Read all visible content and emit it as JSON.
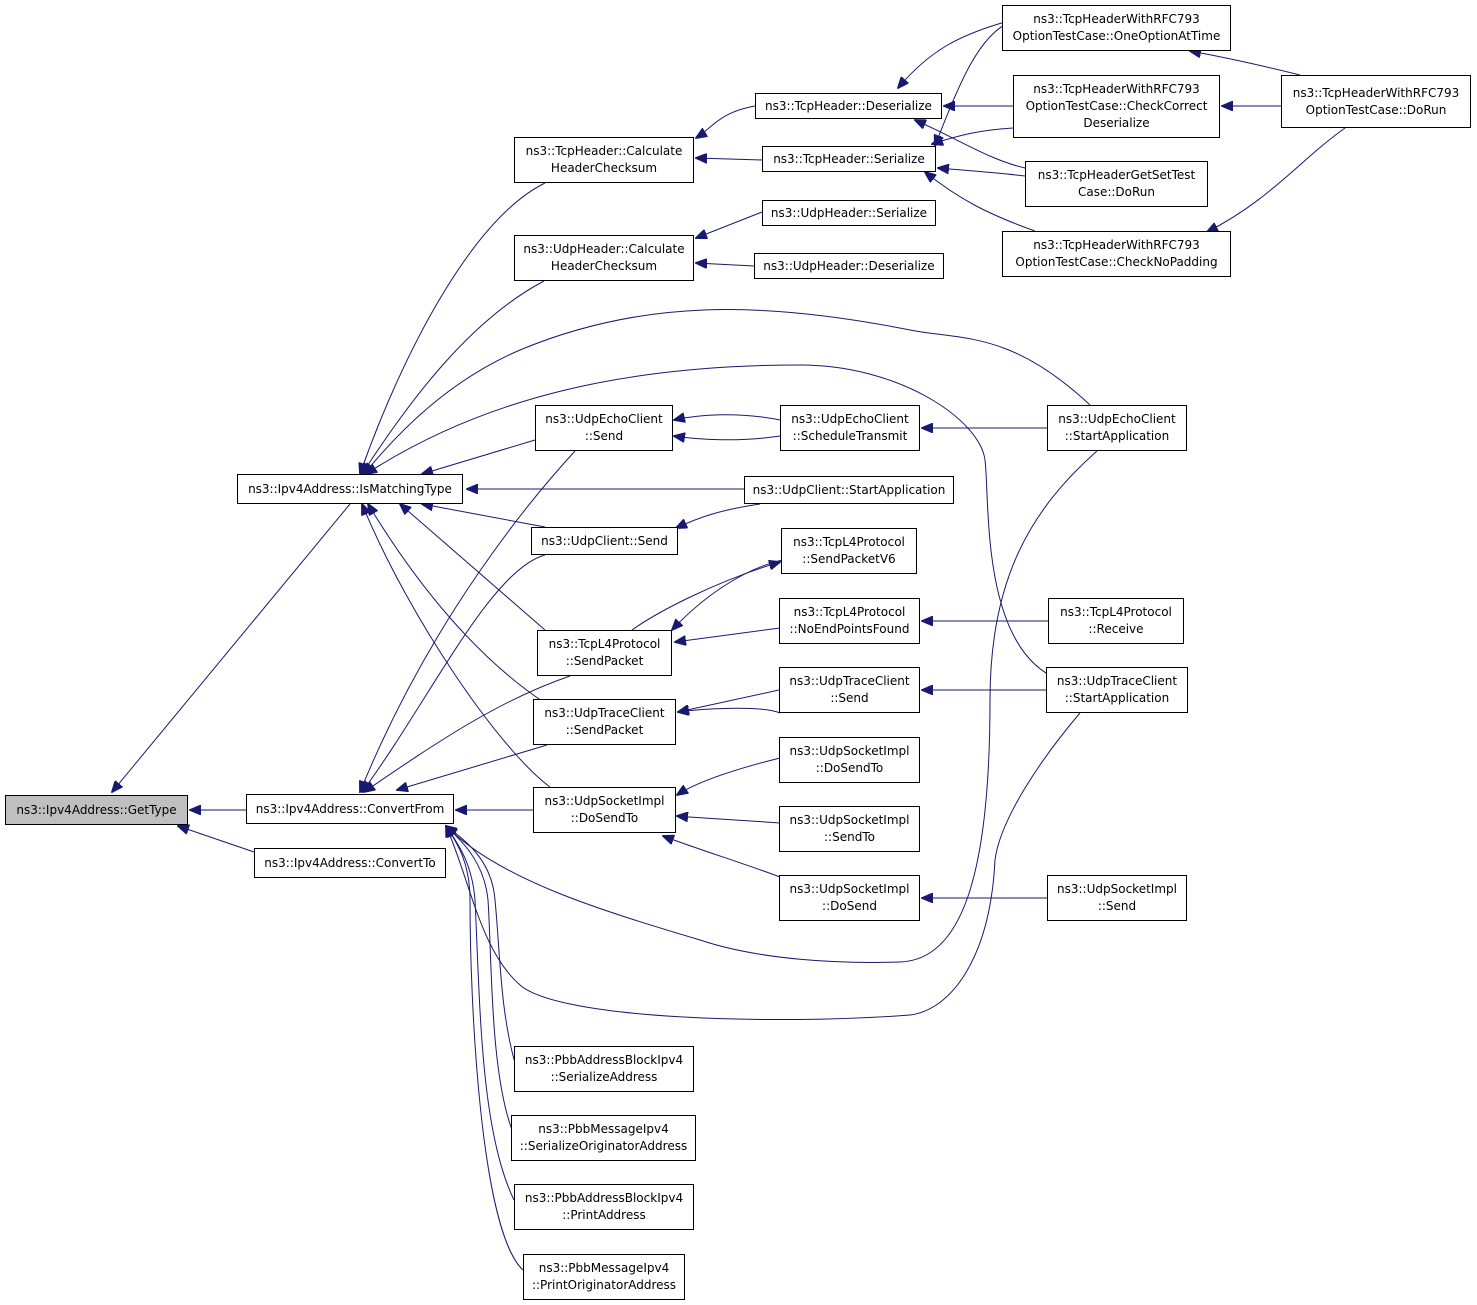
{
  "colors": {
    "edge": "#191970",
    "root_fill": "#bfbfbf",
    "node_fill": "#ffffff",
    "border": "#000000"
  },
  "nodes": [
    {
      "id": "gettype",
      "lines": [
        "ns3::Ipv4Address::GetType"
      ],
      "root": true
    },
    {
      "id": "ismatchingtype",
      "lines": [
        "ns3::Ipv4Address::IsMatchingType"
      ]
    },
    {
      "id": "convertfrom",
      "lines": [
        "ns3::Ipv4Address::ConvertFrom"
      ]
    },
    {
      "id": "convertto",
      "lines": [
        "ns3::Ipv4Address::ConvertTo"
      ]
    },
    {
      "id": "tcp-calc",
      "lines": [
        "ns3::TcpHeader::Calculate",
        "HeaderChecksum"
      ]
    },
    {
      "id": "udp-calc",
      "lines": [
        "ns3::UdpHeader::Calculate",
        "HeaderChecksum"
      ]
    },
    {
      "id": "udpecho-send",
      "lines": [
        "ns3::UdpEchoClient",
        "::Send"
      ]
    },
    {
      "id": "udpclient-send",
      "lines": [
        "ns3::UdpClient::Send"
      ]
    },
    {
      "id": "tcpl4-sendpacket",
      "lines": [
        "ns3::TcpL4Protocol",
        "::SendPacket"
      ]
    },
    {
      "id": "udptrace-sendpacket",
      "lines": [
        "ns3::UdpTraceClient",
        "::SendPacket"
      ]
    },
    {
      "id": "udpsock-dosendto",
      "lines": [
        "ns3::UdpSocketImpl",
        "::DoSendTo"
      ]
    },
    {
      "id": "pbb-block-serialize",
      "lines": [
        "ns3::PbbAddressBlockIpv4",
        "::SerializeAddress"
      ]
    },
    {
      "id": "pbb-msg-serialize",
      "lines": [
        "ns3::PbbMessageIpv4",
        "::SerializeOriginatorAddress"
      ]
    },
    {
      "id": "pbb-block-print",
      "lines": [
        "ns3::PbbAddressBlockIpv4",
        "::PrintAddress"
      ]
    },
    {
      "id": "pbb-msg-print",
      "lines": [
        "ns3::PbbMessageIpv4",
        "::PrintOriginatorAddress"
      ]
    },
    {
      "id": "tcp-deserialize",
      "lines": [
        "ns3::TcpHeader::Deserialize"
      ]
    },
    {
      "id": "tcp-serialize",
      "lines": [
        "ns3::TcpHeader::Serialize"
      ]
    },
    {
      "id": "udp-serialize",
      "lines": [
        "ns3::UdpHeader::Serialize"
      ]
    },
    {
      "id": "udp-deserialize",
      "lines": [
        "ns3::UdpHeader::Deserialize"
      ]
    },
    {
      "id": "udpecho-schedule",
      "lines": [
        "ns3::UdpEchoClient",
        "::ScheduleTransmit"
      ]
    },
    {
      "id": "udpclient-start",
      "lines": [
        "ns3::UdpClient::StartApplication"
      ]
    },
    {
      "id": "tcpl4-sendv6",
      "lines": [
        "ns3::TcpL4Protocol",
        "::SendPacketV6"
      ]
    },
    {
      "id": "tcpl4-noend",
      "lines": [
        "ns3::TcpL4Protocol",
        "::NoEndPointsFound"
      ]
    },
    {
      "id": "udptrace-send",
      "lines": [
        "ns3::UdpTraceClient",
        "::Send"
      ]
    },
    {
      "id": "udpsock-dosendto2",
      "lines": [
        "ns3::UdpSocketImpl",
        "::DoSendTo"
      ]
    },
    {
      "id": "udpsock-sendto",
      "lines": [
        "ns3::UdpSocketImpl",
        "::SendTo"
      ]
    },
    {
      "id": "udpsock-dosend",
      "lines": [
        "ns3::UdpSocketImpl",
        "::DoSend"
      ]
    },
    {
      "id": "rfc-oneoption",
      "lines": [
        "ns3::TcpHeaderWithRFC793",
        "OptionTestCase::OneOptionAtTime"
      ]
    },
    {
      "id": "rfc-checkcorrect",
      "lines": [
        "ns3::TcpHeaderWithRFC793",
        "OptionTestCase::CheckCorrect",
        "Deserialize"
      ]
    },
    {
      "id": "getset-dorun",
      "lines": [
        "ns3::TcpHeaderGetSetTest",
        "Case::DoRun"
      ]
    },
    {
      "id": "rfc-checknopadding",
      "lines": [
        "ns3::TcpHeaderWithRFC793",
        "OptionTestCase::CheckNoPadding"
      ]
    },
    {
      "id": "rfc-dorun",
      "lines": [
        "ns3::TcpHeaderWithRFC793",
        "OptionTestCase::DoRun"
      ]
    },
    {
      "id": "udpecho-start",
      "lines": [
        "ns3::UdpEchoClient",
        "::StartApplication"
      ]
    },
    {
      "id": "tcpl4-receive",
      "lines": [
        "ns3::TcpL4Protocol",
        "::Receive"
      ]
    },
    {
      "id": "udptrace-start",
      "lines": [
        "ns3::UdpTraceClient",
        "::StartApplication"
      ]
    },
    {
      "id": "udpsock-send",
      "lines": [
        "ns3::UdpSocketImpl",
        "::Send"
      ]
    }
  ]
}
